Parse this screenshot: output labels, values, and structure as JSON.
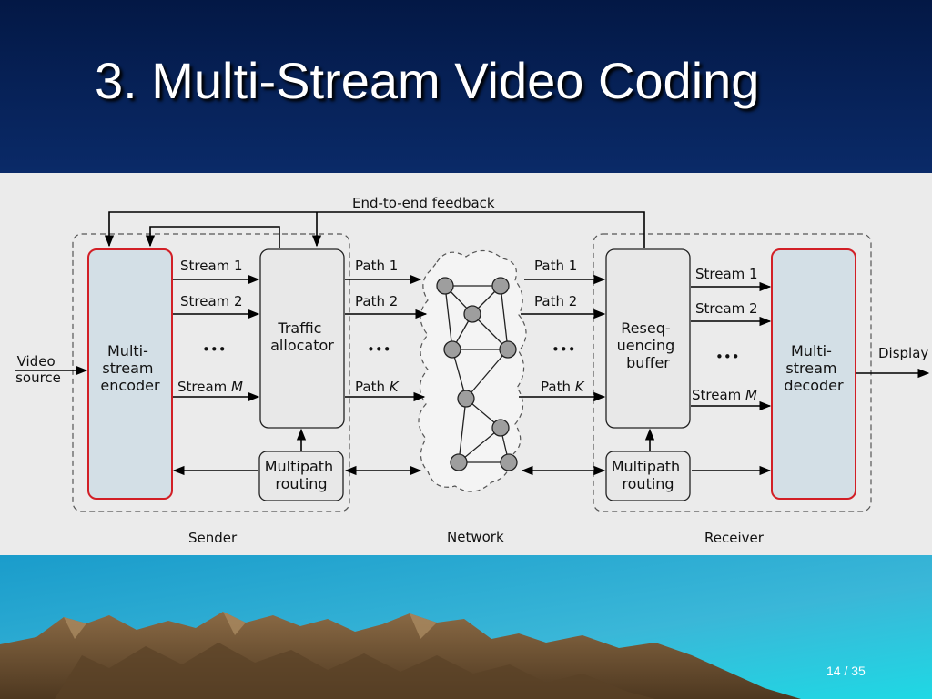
{
  "slide": {
    "title": "3. Multi-Stream Video Coding",
    "page_current": "14",
    "page_separator": "/",
    "page_total": "35"
  },
  "diagram": {
    "feedback_label": "End-to-end feedback",
    "input_label_line1": "Video",
    "input_label_line2": "source",
    "output_label": "Display",
    "sender": {
      "group_label": "Sender",
      "encoder_line1": "Multi-",
      "encoder_line2": "stream",
      "encoder_line3": "encoder",
      "allocator_line1": "Traffic",
      "allocator_line2": "allocator",
      "routing_line1": "Multipath",
      "routing_line2": "routing",
      "streams": [
        "Stream 1",
        "Stream 2",
        "Stream "
      ],
      "stream_last_var": "M",
      "paths": [
        "Path 1",
        "Path 2",
        "Path "
      ],
      "path_last_var": "K",
      "ellipsis": "•••"
    },
    "network": {
      "group_label": "Network"
    },
    "receiver": {
      "group_label": "Receiver",
      "buffer_line1": "Reseq-",
      "buffer_line2": "uencing",
      "buffer_line3": "buffer",
      "decoder_line1": "Multi-",
      "decoder_line2": "stream",
      "decoder_line3": "decoder",
      "routing_line1": "Multipath",
      "routing_line2": "routing",
      "paths": [
        "Path 1",
        "Path 2",
        "Path "
      ],
      "path_last_var": "K",
      "streams": [
        "Stream 1",
        "Stream 2",
        "Stream "
      ],
      "stream_last_var": "M",
      "ellipsis": "•••"
    }
  },
  "colors": {
    "header_bg": "#061a4a",
    "panel_bg": "#ebebeb",
    "codec_fill": "#d3dfe6",
    "codec_border": "#d21f26",
    "box_fill": "#e8e8e8",
    "node_fill": "#9e9e9e",
    "sky": "#2fb8d8",
    "mountain": "#6b4e2e"
  }
}
